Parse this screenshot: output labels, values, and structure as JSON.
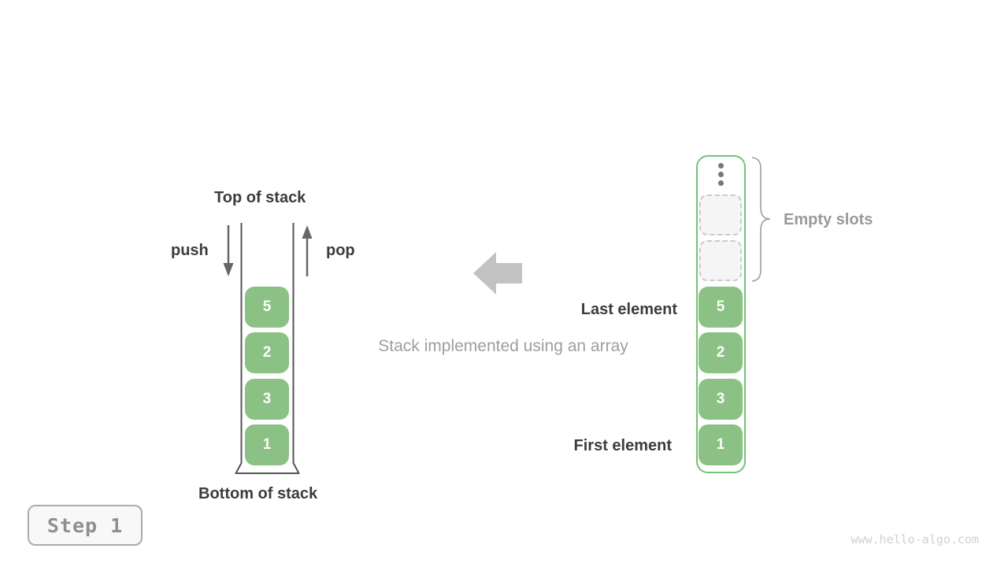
{
  "colors": {
    "green_fill": "#8bc184",
    "green_border": "#77c175",
    "dark_text": "#3c3c3c",
    "gray_text": "#9a9a9a",
    "block_arrow": "#c2c2c2",
    "slot_fill": "#f5f5f5",
    "slot_border": "#cbcbcb",
    "watermark": "#d0d0d0"
  },
  "stack_diagram": {
    "top_label": "Top of stack",
    "bottom_label": "Bottom of stack",
    "push_label": "push",
    "pop_label": "pop",
    "values": [
      "5",
      "2",
      "3",
      "1"
    ]
  },
  "center": {
    "caption": "Stack implemented using an array"
  },
  "array_diagram": {
    "empty_slots_label": "Empty slots",
    "last_element_label": "Last element",
    "first_element_label": "First element",
    "empty_slot_count": 2,
    "ellipsis_icon": "vertical-ellipsis",
    "values": [
      "5",
      "2",
      "3",
      "1"
    ]
  },
  "footer": {
    "step_label": "Step 1",
    "watermark": "www.hello-algo.com"
  }
}
